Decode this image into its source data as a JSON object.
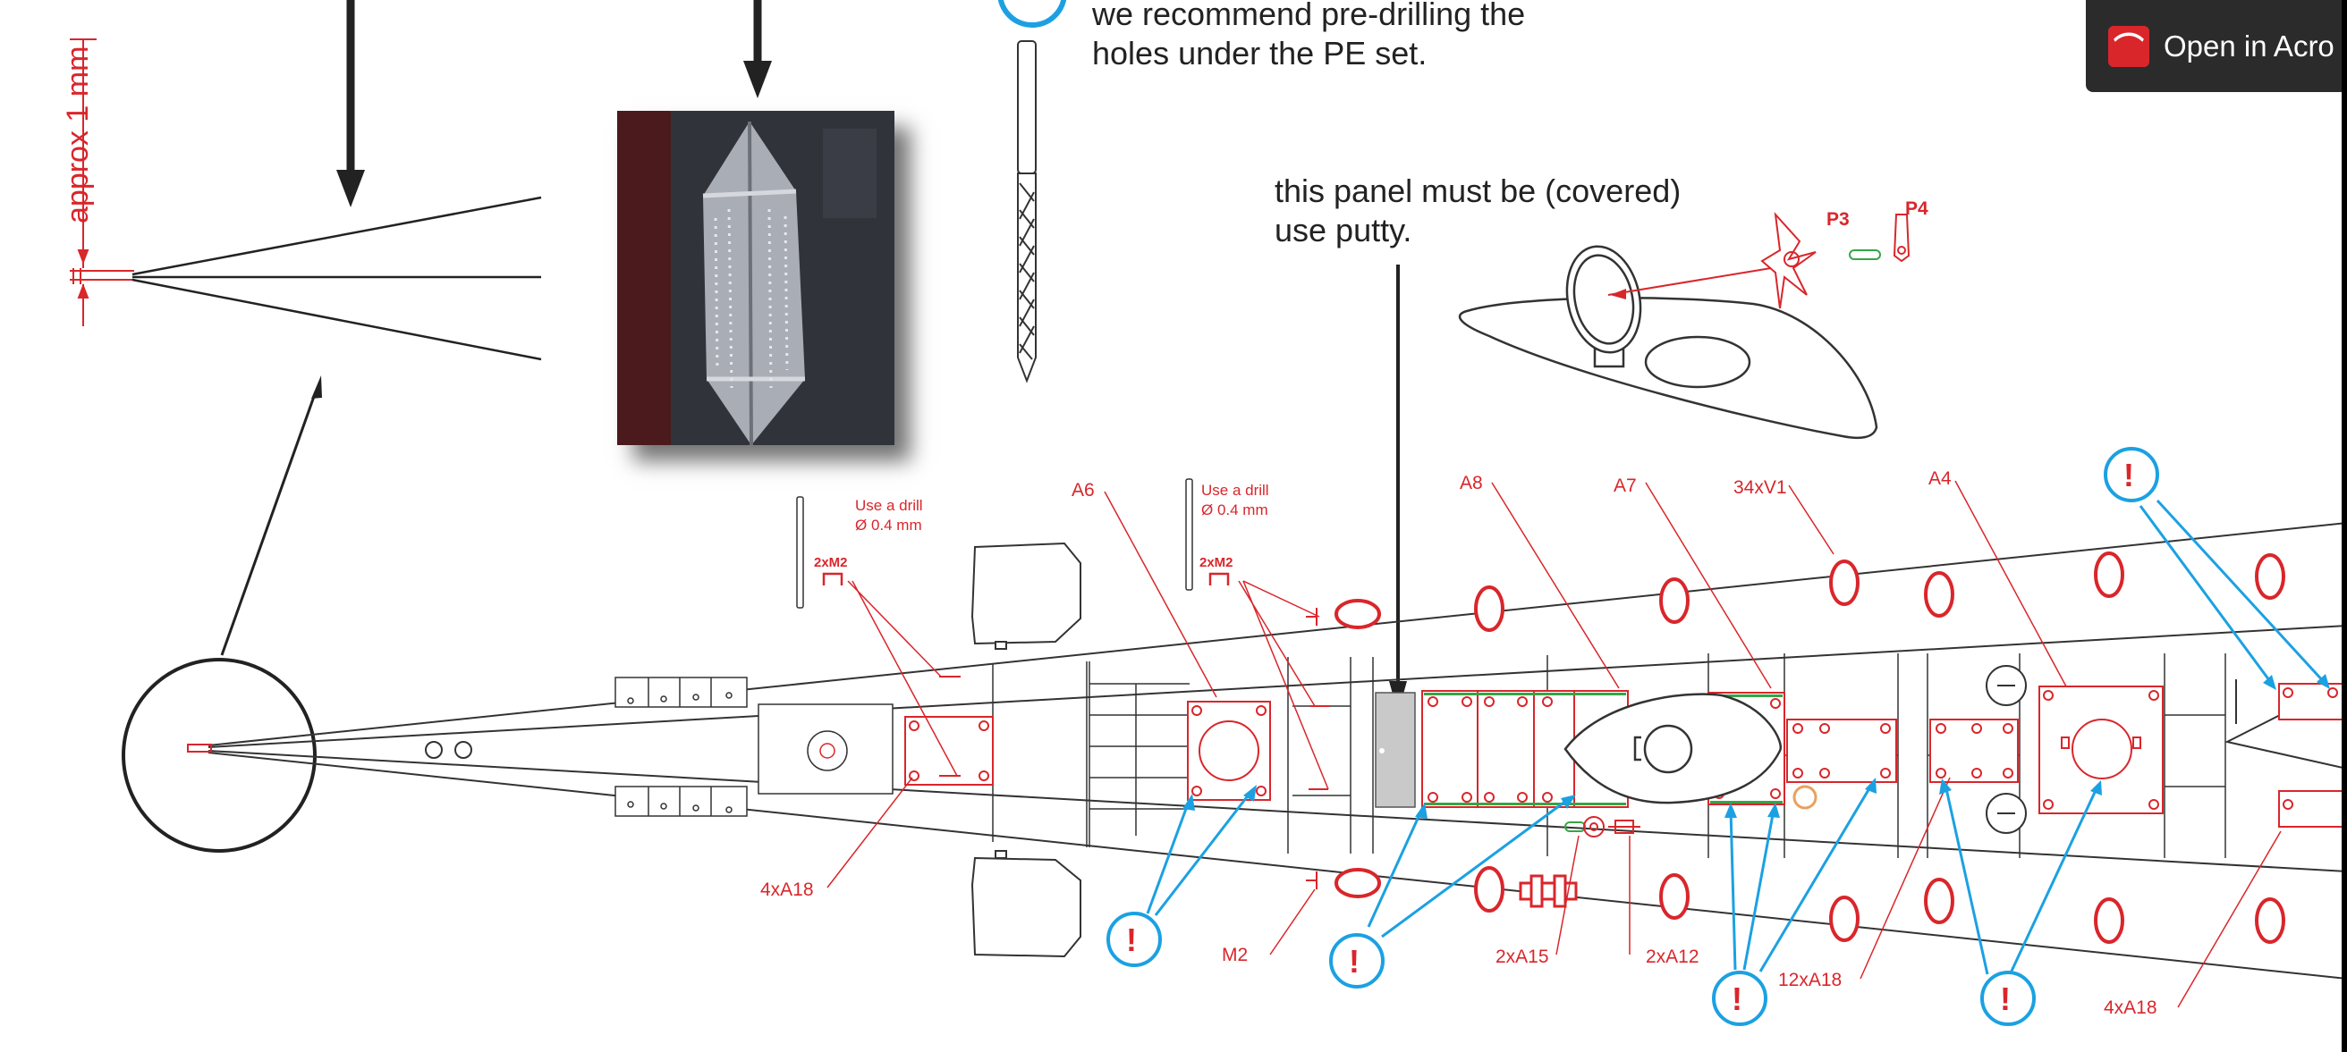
{
  "toolbar": {
    "open_in_acrobat_label": "Open in Acro",
    "acrobat_icon": "acrobat-pdf-icon"
  },
  "notes": {
    "predrill_line1": "we recommend pre-drilling the",
    "predrill_line2": "holes under the PE set.",
    "panel_line1": "this panel must be (covered)",
    "panel_line2": "use putty."
  },
  "dimension_label": "approx 1 mm",
  "drill_notes": [
    {
      "line1": "Use a drill",
      "line2": "Ø 0.4 mm",
      "count": "2xM2"
    },
    {
      "line1": "Use a drill",
      "line2": "Ø 0.4 mm",
      "count": "2xM2"
    }
  ],
  "parts": {
    "p3": "P3",
    "p4": "P4",
    "a6": "A6",
    "a8": "A8",
    "a7": "A7",
    "v1": "34xV1",
    "a4": "A4",
    "a18_left": "4xA18",
    "m2": "M2",
    "a15": "2xA15",
    "a12": "2xA12",
    "a18_mid": "12xA18",
    "a18_right": "4xA18"
  },
  "warning_symbol": "!",
  "colors": {
    "part_red": "#d9262b",
    "callout_blue": "#1ba1e2",
    "outline": "#333333",
    "panel_grey": "#c9c9c9"
  }
}
